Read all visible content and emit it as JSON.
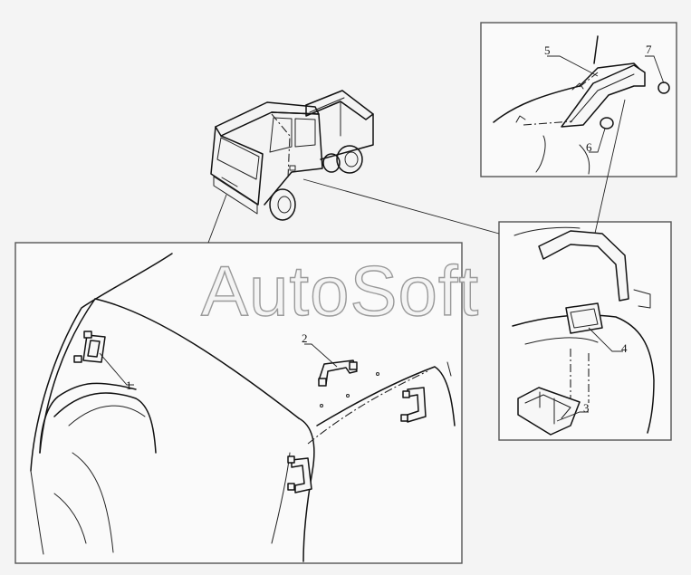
{
  "watermark": "AutoSoft",
  "callouts": {
    "c1": "1",
    "c2": "2",
    "c3": "3",
    "c4": "4",
    "c5": "5",
    "c6": "6",
    "c7": "7"
  },
  "colors": {
    "background": "#f4f4f4",
    "line": "#111111",
    "frame": "#555555",
    "watermark_outline": "#9a9a9a"
  }
}
